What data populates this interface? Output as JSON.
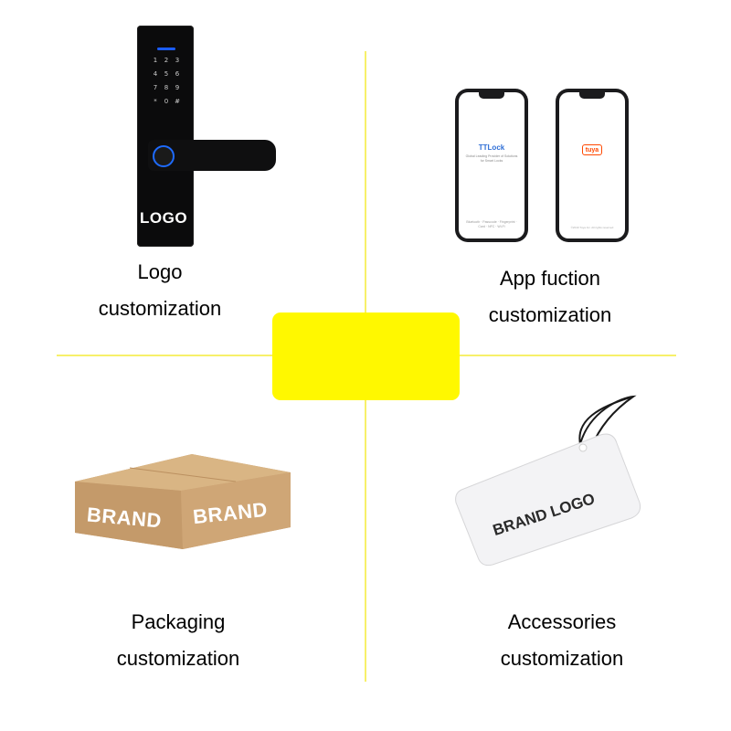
{
  "quadrants": {
    "logo": {
      "line1": "Logo",
      "line2": "customization",
      "product_text": "LOGO",
      "keypad": [
        "1",
        "2",
        "3",
        "4",
        "5",
        "6",
        "7",
        "8",
        "9",
        "*",
        "0",
        "#"
      ]
    },
    "app": {
      "line1": "App fuction",
      "line2": "customization",
      "phone1": {
        "title": "TTLock",
        "subtitle": "Global Leading Provider of Solutions for Smart Locks",
        "footer": "Bluetooth · Passcode · Fingerprint · Card · NFC · Wi-Fi"
      },
      "phone2": {
        "badge": "tuya",
        "footer": "©2019 Tuya Inc. All rights reserved"
      }
    },
    "packaging": {
      "line1": "Packaging",
      "line2": "customization",
      "brand_left": "BRAND",
      "brand_right": "BRAND"
    },
    "accessories": {
      "line1": "Accessories",
      "line2": "customization",
      "card_text": "BRAND LOGO"
    }
  },
  "colors": {
    "accent_yellow": "#fff800",
    "divider_yellow": "#f7f06a",
    "box_brown": "#c9a174",
    "tuya_orange": "#ff4800",
    "ttlock_blue": "#2f6fd6"
  }
}
